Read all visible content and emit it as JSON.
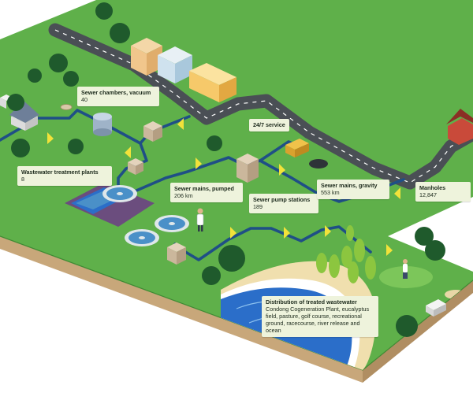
{
  "colors": {
    "grass": "#5fb04a",
    "grass_edge": "#3f8a34",
    "soil": "#c8a77a",
    "road": "#4a4f55",
    "road_line": "#ffffff",
    "pipe": "#1f4f86",
    "flow_arrow": "#f2e23a",
    "water": "#2b6ec9",
    "sand": "#f0dfae",
    "tank_water": "#4a90c8",
    "label_bg": "#eef3dc"
  },
  "labels": {
    "sewer_chambers": {
      "title": "Sewer chambers, vacuum",
      "value": "40"
    },
    "service": {
      "title": "24/7 service"
    },
    "treatment_plants": {
      "title": "Wastewater treatment plants",
      "value": "8"
    },
    "mains_pumped": {
      "title": "Sewer mains, pumped",
      "value": "206 km"
    },
    "pump_stations": {
      "title": "Sewer pump stations",
      "value": "189"
    },
    "mains_gravity": {
      "title": "Sewer mains, gravity",
      "value": "553 km"
    },
    "manholes": {
      "title": "Manholes",
      "value": "12,847"
    },
    "distribution": {
      "title": "Distribution of treated wastewater",
      "value": "Condong Cogeneration Plant, eucalyptus field, pasture, golf course, recreational ground, racecourse, river release and ocean"
    }
  },
  "icons": [
    "tree-icon",
    "house-icon",
    "shop-icon",
    "pump-station-icon",
    "storage-tank-icon",
    "clarifier-icon",
    "worker-icon",
    "golfer-icon",
    "golf-cart-icon",
    "wave-icon"
  ]
}
